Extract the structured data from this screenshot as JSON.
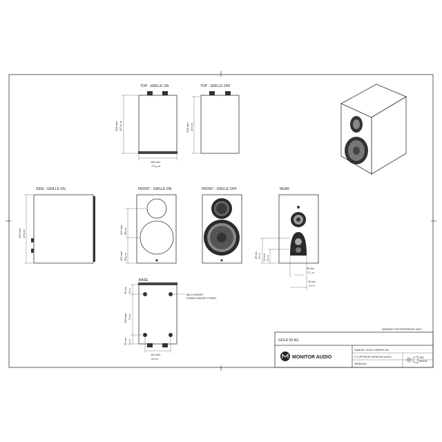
{
  "views": {
    "top_on": "TOP - GRILLE ON",
    "top_off": "TOP - GRILLE OFF",
    "side_on": "SIDE - GRILLE ON",
    "front_on": "FRONT - GRILLE ON",
    "front_off": "FRONT - GRILLE OFF",
    "rear": "REAR",
    "base": "BASE"
  },
  "dims": {
    "top_h_mm": "305 mm",
    "top_h_in": "11¹⁵⁄₁₆ in",
    "top_w_mm": "185 mm",
    "top_w_in": "7¹⁵⁄₁₆ in",
    "topoff_h_mm": "298 mm",
    "topoff_h_in": "11¾ in",
    "side_h_mm": "320 mm",
    "side_h_in": "12⁵⁄₈ in",
    "front_h1_mm": "207 mm",
    "front_h1_in": "8¹⁄₈ in",
    "front_h2_mm": "116 mm",
    "front_h2_in": "4⁹⁄₁₆ in",
    "rear_h1_mm": "89 mm",
    "rear_h1_in": "3½ in",
    "rear_h2_mm": "54 mm",
    "rear_h2_in": "2½ in",
    "rear_w1_mm": "36 mm",
    "rear_w1_in": "1⁷⁄₁₆ in",
    "rear_w2_mm": "48 mm",
    "rear_w2_in": "1⅞ in",
    "base_d1_mm": "35 mm",
    "base_d1_in": "1⅜ in",
    "base_d2_mm": "200 mm",
    "base_d2_in": "7⅞ in",
    "base_d3_mm": "35 mm",
    "base_d3_in": "1⅜ in",
    "base_w_mm": "120 mm",
    "base_w_in": "4¾ in"
  },
  "annotations": {
    "insert_1": "M6-1 INSERT",
    "insert_2": "STAND MOUNT FIXING"
  },
  "title_block": {
    "note": "DRAWING FOR REFERENCE ONLY",
    "model": "GOLD 50 6G",
    "range": "RANGE: GOLD SERIES 6G",
    "copyright": "© COPYRIGHT MONITOR AUDIO",
    "date": "28/05/2024",
    "brand": "MONITOR AUDIO",
    "angle_1": "3RD",
    "angle_2": "ANGLE"
  },
  "colors": {
    "line": "#333333",
    "cabinet": "#ffffff",
    "dark": "#2a2a2a"
  }
}
